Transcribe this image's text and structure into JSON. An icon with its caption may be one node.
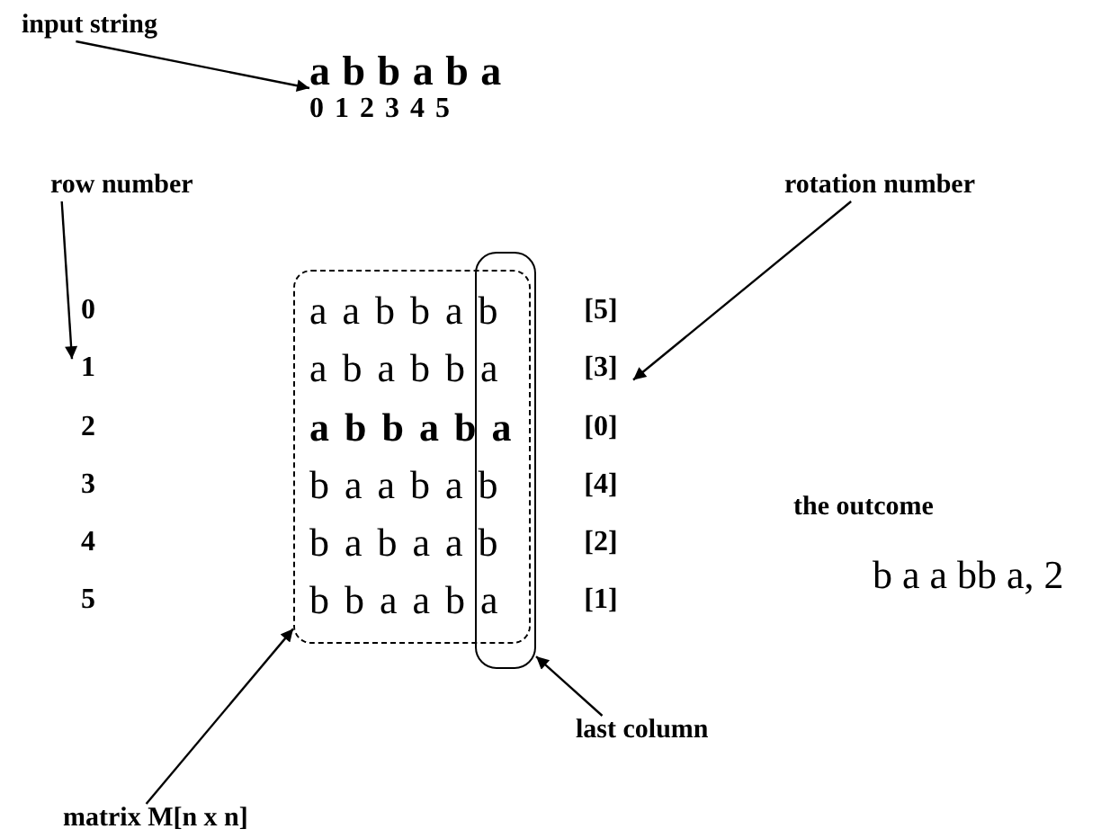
{
  "diagram": {
    "nodes": [
      {
        "text": [
          "input string"
        ]
      },
      {
        "text": [
          "a b b a b a",
          "0 1 2 3 4 5"
        ]
      },
      {
        "text": [
          "row number"
        ]
      },
      {
        "text": [
          "0",
          "1",
          "2",
          "3",
          "4",
          "5"
        ]
      },
      {
        "text": [
          "rotation number"
        ]
      },
      {
        "text": [
          "[5]",
          "[3]",
          "[0]",
          "[4]",
          "[2]",
          "[1]"
        ]
      },
      {
        "text": [
          "a a b b a b",
          "a b a b b a",
          "a b b a b a",
          "b a a b a b",
          "b a b a a b",
          "b b a a b a"
        ]
      },
      {
        "text": [],
        "shape": "box"
      },
      {
        "text": [
          "last column"
        ]
      },
      {
        "text": [
          "matrix M[n x n]"
        ]
      }
    ],
    "edges": [
      {
        "from": 0,
        "to": 1,
        "arrow": "to"
      },
      {
        "from": 2,
        "to": 3,
        "arrow": "to"
      },
      {
        "from": 4,
        "to": 5,
        "arrow": "to"
      },
      {
        "from": 8,
        "to": 7,
        "arrow": "to"
      },
      {
        "from": 9,
        "to": 6,
        "arrow": "to"
      }
    ],
    "labels": [
      "the outcome",
      "b a a bb a, 2"
    ]
  }
}
